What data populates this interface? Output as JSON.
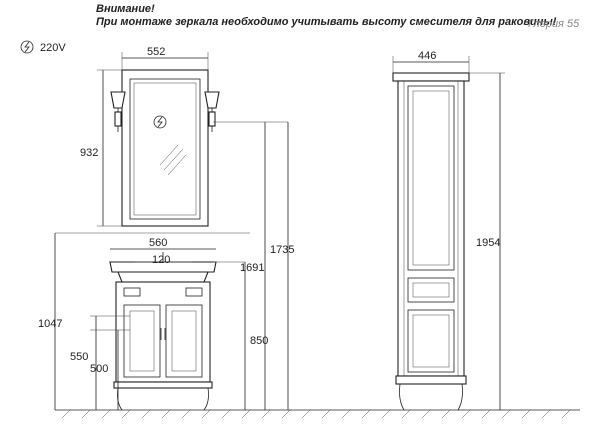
{
  "notice": {
    "title": "Внимание!",
    "text": "При монтаже зеркала необходимо учитывать высоту смесителя для раковины!"
  },
  "model": "Глория 55",
  "power": {
    "icon": "power-socket-icon",
    "label": "220V"
  },
  "dimensions": {
    "mirror_width": "552",
    "mirror_height": "932",
    "sink_width": "560",
    "tap_offset": "120",
    "top_height": "1047",
    "socket_height_1": "550",
    "socket_height_2": "500",
    "cabinet_height": "850",
    "mirror_top": "1735",
    "mirror_bottom": "1691",
    "column_width": "446",
    "column_height": "1954"
  }
}
